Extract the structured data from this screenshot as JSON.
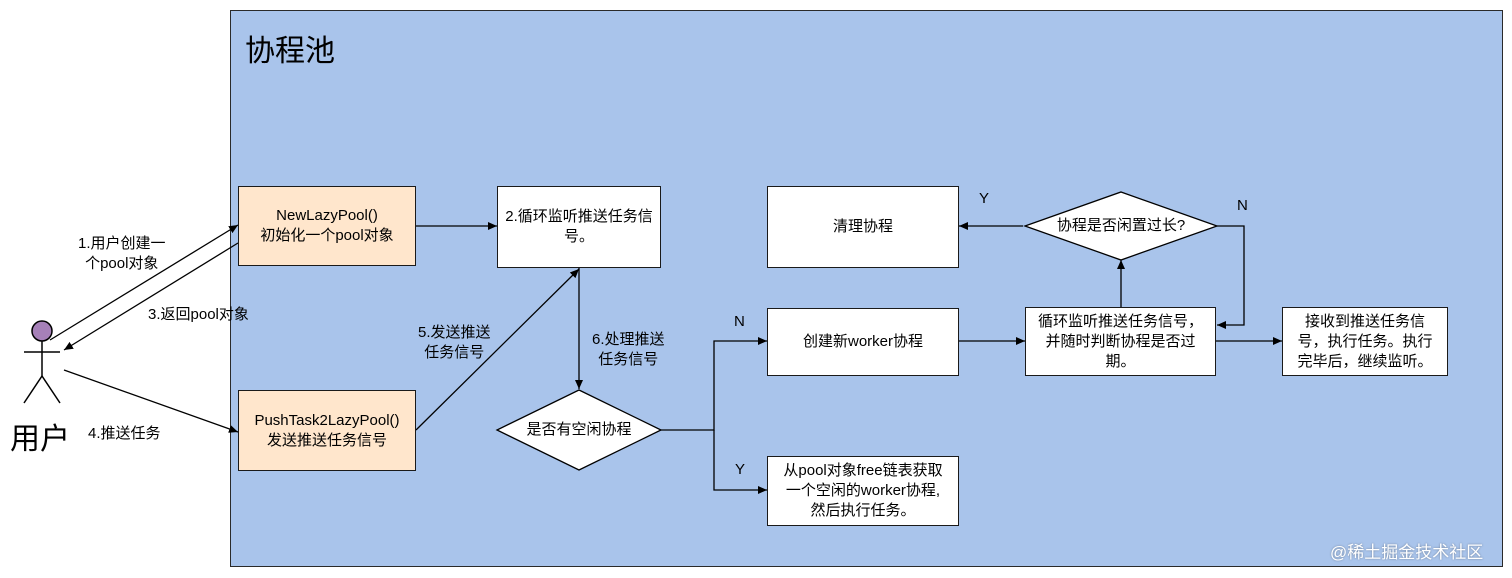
{
  "pool": {
    "title": "协程池"
  },
  "actor": {
    "label": "用户"
  },
  "boxes": {
    "new_pool": {
      "line1": "NewLazyPool()",
      "line2": "初始化一个pool对象"
    },
    "push_task": {
      "line1": "PushTask2LazyPool()",
      "line2": "发送推送任务信号"
    },
    "listen": {
      "line1": "2.循环监听推送任务信",
      "line2": "号。"
    },
    "clean": {
      "text": "清理协程"
    },
    "create_worker": {
      "text": "创建新worker协程"
    },
    "loop_listen": {
      "line1": "循环监听推送任务信号，",
      "line2": "并随时判断协程是否过",
      "line3": "期。"
    },
    "receive": {
      "line1": "接收到推送任务信",
      "line2": "号，执行任务。执行",
      "line3": "完毕后，继续监听。"
    },
    "take_idle": {
      "line1": "从pool对象free链表获取",
      "line2": "一个空闲的worker协程,",
      "line3": "然后执行任务。"
    }
  },
  "decisions": {
    "idle": {
      "text": "是否有空闲协程"
    },
    "expired": {
      "text": "协程是否闲置过长?"
    }
  },
  "edge_labels": {
    "create": {
      "line1": "1.用户创建一",
      "line2": "个pool对象"
    },
    "return": "3.返回pool对象",
    "push": "4.推送任务",
    "send": {
      "line1": "5.发送推送",
      "line2": "任务信号"
    },
    "handle": {
      "line1": "6.处理推送",
      "line2": "任务信号"
    },
    "n1": "N",
    "y1": "Y",
    "y2": "Y",
    "n2": "N"
  },
  "watermark": "@稀土掘金技术社区",
  "colors": {
    "pool_bg": "#a9c4eb",
    "peach": "#ffe6cc",
    "actor_head": "#a680b8"
  }
}
